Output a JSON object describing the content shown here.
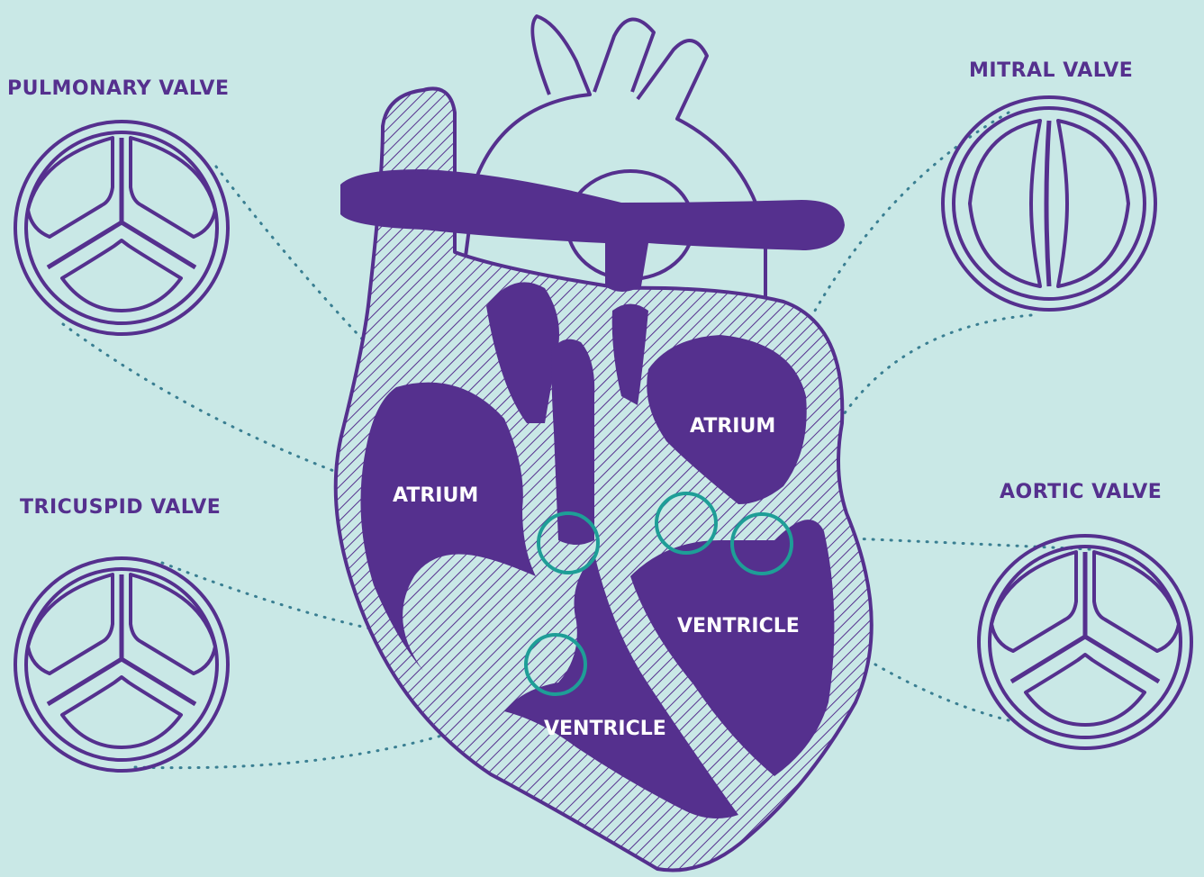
{
  "colors": {
    "background": "#c9e8e6",
    "heart_purple": "#55308e",
    "valve_ring": "#55308e",
    "highlight_teal": "#1e9e97",
    "dotted_leader": "#3a7f92",
    "label_purple": "#55308e",
    "chamber_label": "#ffffff"
  },
  "valves": {
    "pulmonary": {
      "label": "PULMONARY VALVE",
      "icon": "tricuspid-leaflet-valve-icon"
    },
    "mitral": {
      "label": "MITRAL VALVE",
      "icon": "bicuspid-leaflet-valve-icon"
    },
    "tricuspid": {
      "label": "TRICUSPID VALVE",
      "icon": "tricuspid-leaflet-valve-icon"
    },
    "aortic": {
      "label": "AORTIC VALVE",
      "icon": "tricuspid-leaflet-valve-icon"
    }
  },
  "chambers": {
    "right_atrium": "ATRIUM",
    "left_atrium": "ATRIUM",
    "left_ventricle": "VENTRICLE",
    "right_ventricle": "VENTRICLE"
  }
}
